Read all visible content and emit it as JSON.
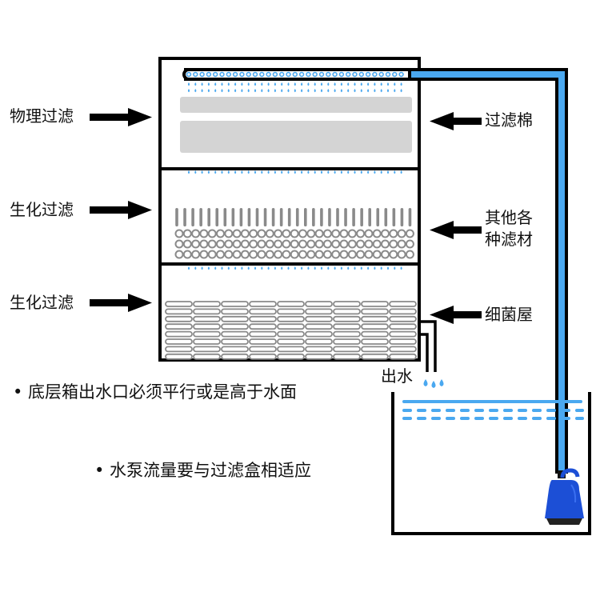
{
  "diagram": {
    "title_hidden": "Aquarium overhead filter box diagram",
    "left_labels": [
      {
        "text": "物理过滤"
      },
      {
        "text": "生化过滤"
      },
      {
        "text": "生化过滤"
      }
    ],
    "right_labels": [
      {
        "text": "过滤棉"
      },
      {
        "line1": "其他各",
        "line2": "种滤材"
      },
      {
        "text": "细菌屋"
      }
    ],
    "outlet_label": "出水",
    "notes": [
      "• 底层箱出水口必须平行或是高于水面",
      "• 水泵流量要与过滤盒相适应"
    ],
    "colors": {
      "outline": "#000000",
      "water": "#4aa8f0",
      "filter_cotton": "#d4d4d4",
      "media": "#8a8a8a",
      "pump": "#1c4fd6"
    }
  }
}
